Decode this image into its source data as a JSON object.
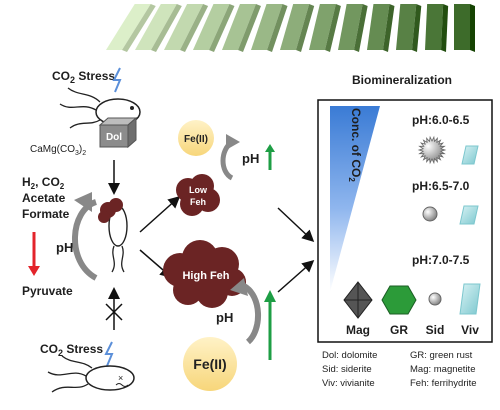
{
  "domino_count": 13,
  "colors": {
    "domino_light": "#dcefc9",
    "domino_dark": "#3d6b2a",
    "arrow_red": "#e3242b",
    "arrow_green": "#1e9e45",
    "feh_blob": "#6b2424",
    "fe_circle": "#fbe199",
    "conc_gradient_top": "#3d7fd6",
    "viv_particle": "#a8dde2",
    "gr_particle": "#2c9b39"
  },
  "title": "Biomineralization",
  "top_bacterium": {
    "stress": "CO",
    "stress_sub": "2",
    "stress_suffix": " Stress",
    "mineral_block": "Dol",
    "formula": "CaMg(CO",
    "formula_sub": "3",
    "formula_suffix": ")",
    "formula_sub2": "2"
  },
  "left_side": {
    "substrates_line1": "H",
    "substrates_line1_sub": "2",
    "substrates_line1_suffix": ", CO",
    "substrates_line1_sub2": "2",
    "substrates_line2": "Acetate",
    "substrates_line3": "Formate",
    "ph_label": "pH",
    "product": "Pyruvate"
  },
  "bottom_bacterium": {
    "stress": "CO",
    "stress_sub": "2",
    "stress_suffix": " Stress"
  },
  "middle": {
    "fe_small": "Fe(II)",
    "ph_small": "pH",
    "low_feh_line1": "Low",
    "low_feh_line2": "Feh",
    "high_feh": "High Feh",
    "ph_large": "pH",
    "fe_large": "Fe(II)"
  },
  "panel": {
    "conc_label": "Conc. of CO",
    "conc_sub": "2",
    "rows": [
      {
        "ph_range": "pH:6.0-6.5"
      },
      {
        "ph_range": "pH:6.5-7.0"
      },
      {
        "ph_range": "pH:7.0-7.5"
      }
    ],
    "columns": [
      "Mag",
      "GR",
      "Sid",
      "Viv"
    ]
  },
  "legend": [
    {
      "text": "Dol: dolomite"
    },
    {
      "text": "GR: green rust"
    },
    {
      "text": "Sid: siderite"
    },
    {
      "text": "Mag: magnetite"
    },
    {
      "text": "Viv: vivianite"
    },
    {
      "text": "Feh: ferrihydrite"
    }
  ]
}
